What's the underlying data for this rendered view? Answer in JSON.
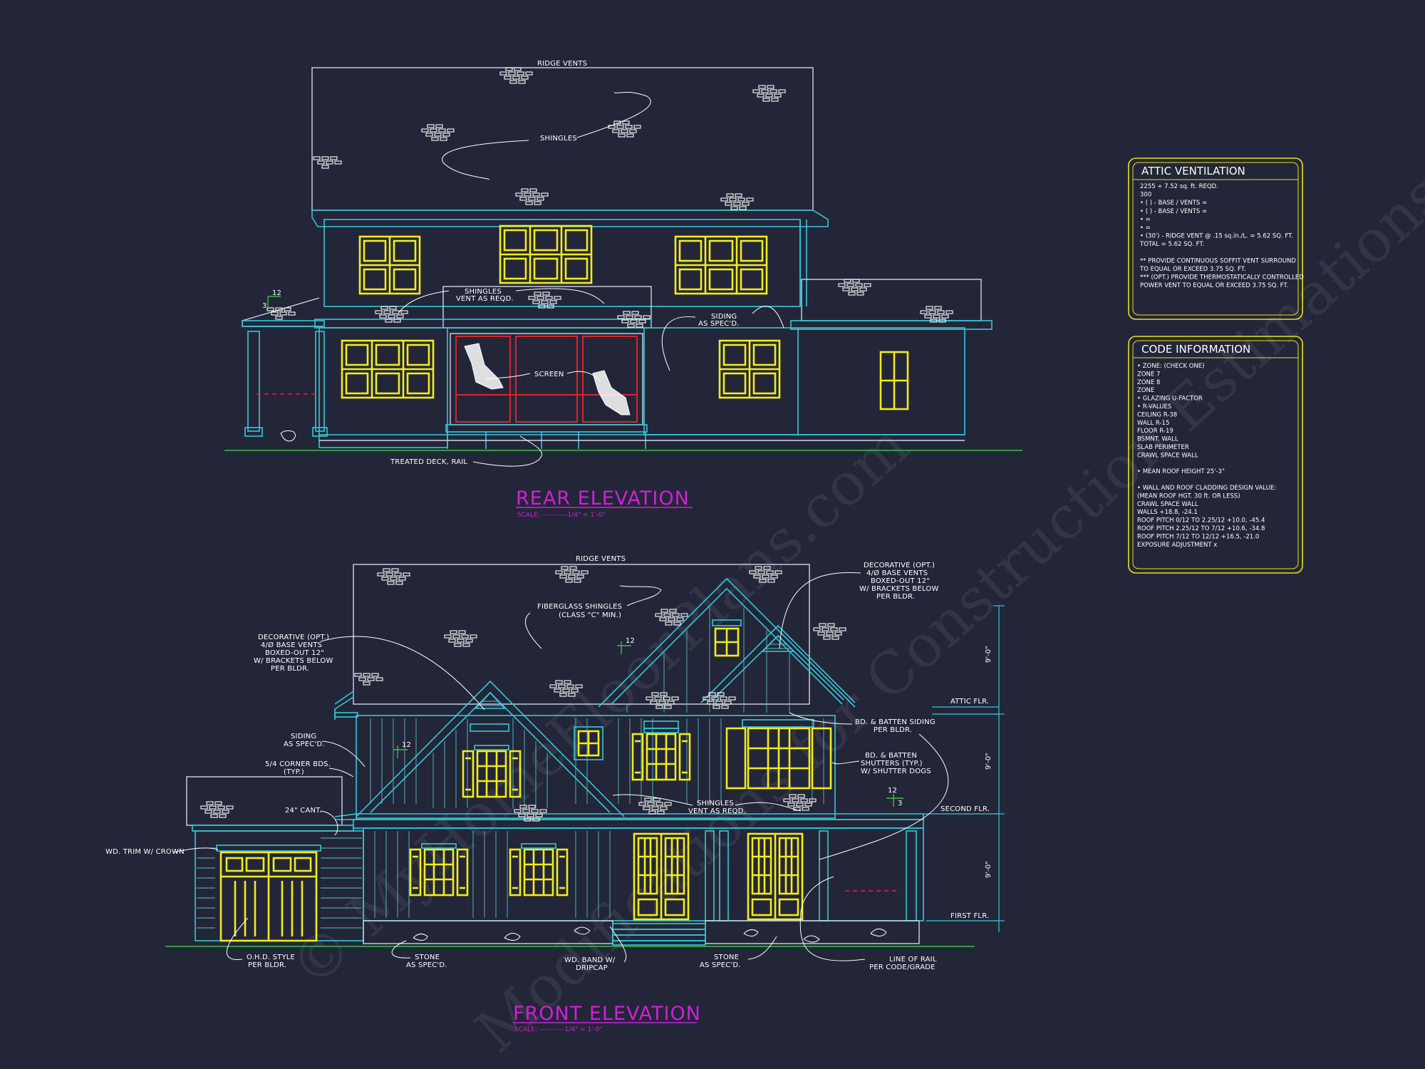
{
  "watermark": [
    "© MyHomeFloorPlans.com",
    "Modifications for Construction Estimations"
  ],
  "rear": {
    "title": "REAR ELEVATION",
    "scale": "SCALE: -----------1/4\" = 1'-0\"",
    "labels": {
      "ridge_vents": "RIDGE VENTS",
      "shingles": "SHINGLES",
      "shingles_vent_1": "SHINGLES",
      "shingles_vent_2": "VENT AS REQD.",
      "siding_1": "SIDING",
      "siding_2": "AS SPEC'D.",
      "screen": "SCREEN",
      "deck": "TREATED DECK, RAIL",
      "pitch_rise": "12",
      "pitch_run": "3"
    }
  },
  "front": {
    "title": "FRONT ELEVATION",
    "scale": "SCALE: -----------1/4\" = 1'-0\"",
    "labels": {
      "ridge_vents": "RIDGE VENTS",
      "fiberglass_1": "FIBERGLASS SHINGLES",
      "fiberglass_2": "(CLASS \"C\" MIN.)",
      "deco_left": [
        "DECORATIVE (OPT.)",
        "4/Ø BASE VENTS",
        "BOXED-OUT 12\"",
        "W/ BRACKETS BELOW",
        "PER BLDR."
      ],
      "deco_right": [
        "DECORATIVE (OPT.)",
        "4/Ø BASE VENTS",
        "BOXED-OUT 12\"",
        "W/ BRACKETS BELOW",
        "PER BLDR."
      ],
      "siding_1": "SIDING",
      "siding_2": "AS SPEC'D.",
      "corner_1": "5/4 CORNER BDS.",
      "corner_2": "(TYP.)",
      "cant": "24\" CANT.",
      "trim": "WD. TRIM W/ CROWN",
      "bb_siding_1": "BD. & BATTEN SIDING",
      "bb_siding_2": "PER BLDR.",
      "bb_shutters_1": "BD. & BATTEN",
      "bb_shutters_2": "SHUTTERS (TYP.)",
      "bb_shutters_3": "W/ SHUTTER DOGS",
      "shingles_vent_1": "SHINGLES",
      "shingles_vent_2": "VENT AS REQD.",
      "ohd_1": "O.H.D. STYLE",
      "ohd_2": "PER BLDR.",
      "stone_l_1": "STONE",
      "stone_l_2": "AS SPEC'D.",
      "band_1": "WD. BAND W/",
      "band_2": "DRIPCAP",
      "stone_r_1": "STONE",
      "stone_r_2": "AS SPEC'D.",
      "rail_1": "LINE OF RAIL",
      "rail_2": "PER CODE/GRADE",
      "attic_flr": "ATTIC FLR.",
      "second_flr": "SECOND FLR.",
      "first_flr": "FIRST FLR.",
      "dim_top": "9'-0\"",
      "dim_mid": "9'-0\"",
      "dim_bot": "9'-0\"",
      "pitch_12": "12",
      "pitch_3": "3"
    }
  },
  "attic": {
    "title": "ATTIC VENTILATION",
    "lines": [
      "2255 ÷ 7.52 sq. ft. REQD.",
      "300",
      "• (    ) -          BASE    /    VENTS  =",
      "• (    ) -          BASE    /    VENTS  =",
      "•                                                  =",
      "•                                                  =",
      "• (30') - RIDGE VENT @ .15 sq.in./L.  = 5.62 SQ. FT.",
      "                                TOTAL     = 5.62 SQ. FT.",
      "",
      "** PROVIDE CONTINUOUS SOFFIT VENT SURROUND",
      "    TO EQUAL OR EXCEED  3.75 SQ. FT.",
      "*** (OPT.) PROVIDE THERMOSTATICALLY CONTROLLED",
      "    POWER VENT TO EQUAL OR EXCEED  3.75 SQ. FT."
    ]
  },
  "code": {
    "title": "CODE INFORMATION",
    "lines": [
      "• ZONE: (CHECK ONE)",
      "          ZONE 7",
      "          ZONE 8",
      "          ZONE",
      "• GLAZING U-FACTOR",
      "• R-VALUES",
      "          CEILING                R-38",
      "          WALL                    R-15",
      "          FLOOR                  R-19",
      "          BSMNT. WALL",
      "          SLAB PERIMETER",
      "          CRAWL SPACE WALL",
      "",
      "• MEAN ROOF HEIGHT  25'-3\"",
      "",
      "• WALL AND ROOF CLADDING DESIGN VALUE:",
      "   (MEAN ROOF HGT. 30 ft. OR LESS)",
      "          CRAWL SPACE WALL",
      "          WALLS                          +18.8, -24.1",
      "          ROOF PITCH 0/12 TO 2.25/12   +10.0, -45.4",
      "          ROOF PITCH 2.25/12 TO 7/12   +10.6, -34.8",
      "          ROOF PITCH 7/12 TO 12/12     +16.5, -21.0",
      "          EXPOSURE ADJUSTMENT            x"
    ]
  },
  "colors": {
    "background": "#222638",
    "outline": "#cfd6e6",
    "trim_cyan": "#35c8d8",
    "window_yellow": "#f2ec1c",
    "screen_red": "#d8252e",
    "title_magenta": "#d21fd8",
    "grade_green": "#3bbf45",
    "panel_yellow": "#e8e21c"
  },
  "icons": [
    "brick-hatch-icon",
    "roof-pitch-icon",
    "leader-arrow-icon"
  ]
}
